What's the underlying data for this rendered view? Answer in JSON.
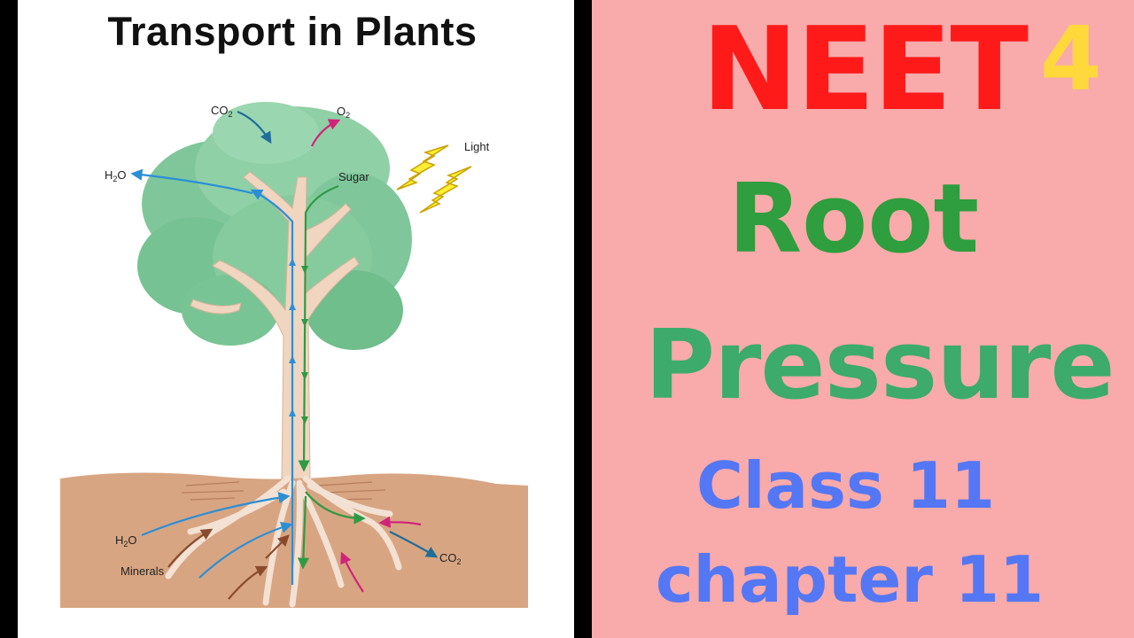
{
  "diagram": {
    "title": "Transport in Plants",
    "labels": {
      "co2_top": "CO",
      "o2_top": "O",
      "light": "Light",
      "h2o_top": "H",
      "h2o_top_tail": "O",
      "sugar": "Sugar",
      "h2o_bottom": "H",
      "h2o_bottom_tail": "O",
      "minerals": "Minerals",
      "co2_bottom": "CO"
    },
    "subscript_two": "2",
    "colors": {
      "water_arrow": "#2b8fd6",
      "sugar_arrow": "#2e9a44",
      "mineral_arrow": "#8a4b2d",
      "oxygen_arrow": "#d1237a",
      "co2_arrow": "#1f6e99",
      "foliage": "#7fc79b",
      "trunk": "#f0d5c0",
      "soil": "#d8a582",
      "light_bolt": "#ffee33"
    }
  },
  "thumbnail": {
    "neet": "NEET",
    "number": "4",
    "topic_line1": "Root",
    "topic_line2": "Pressure",
    "class_line": "Class 11",
    "chapter_line": "chapter 11",
    "colors": {
      "background": "#f9aaaa",
      "neet": "#ff1a1a",
      "number": "#ffd93b",
      "root": "#2e9e3e",
      "pressure": "#3cab6b",
      "class": "#5477f5"
    }
  }
}
